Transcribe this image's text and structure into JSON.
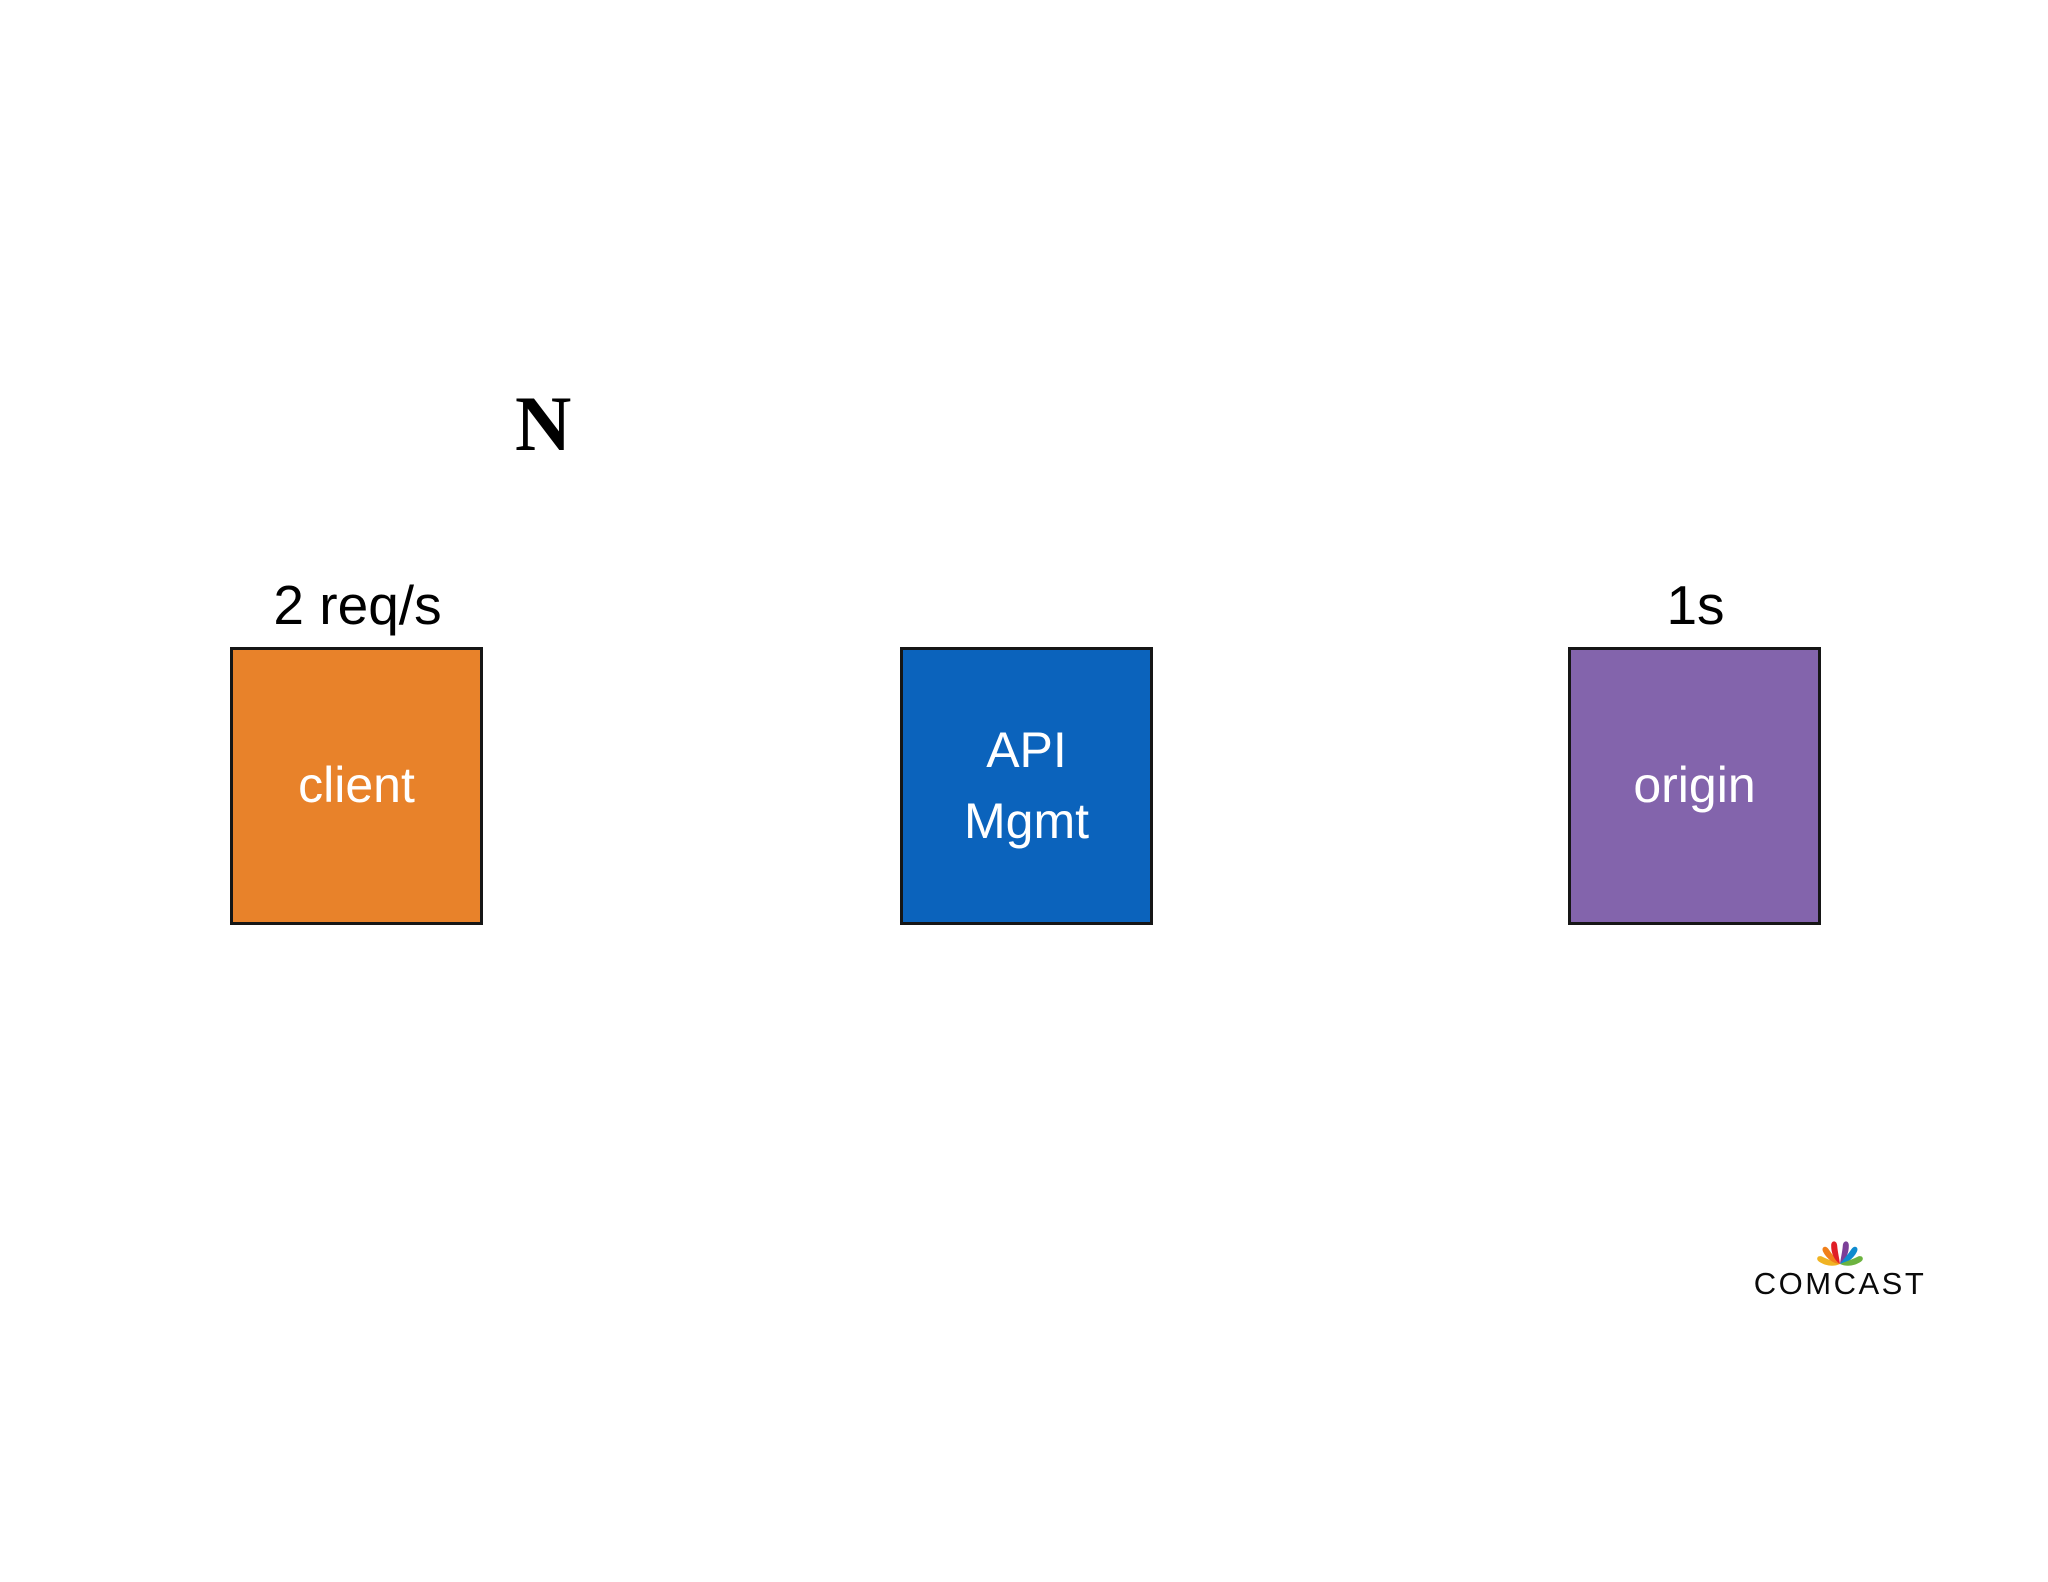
{
  "slide": {
    "background_color": "#ffffff",
    "annotation": {
      "text": "N"
    }
  },
  "diagram": {
    "type": "block-diagram",
    "nodes": [
      {
        "id": "client",
        "label": "client",
        "label_above": "2 req/s",
        "fill": "#E8822A",
        "text_color": "#ffffff",
        "border_color": "#161616"
      },
      {
        "id": "api-mgmt",
        "label": "API\nMgmt",
        "label_above": "",
        "fill": "#0B63BC",
        "text_color": "#ffffff",
        "border_color": "#161616"
      },
      {
        "id": "origin",
        "label": "origin",
        "label_above": "1s",
        "fill": "#8364AC",
        "text_color": "#ffffff",
        "border_color": "#161616"
      }
    ]
  },
  "brand": {
    "wordmark": "COMCAST",
    "logo_name": "nbc-peacock-icon",
    "peacock_colors": [
      "#F0B323",
      "#F07F1A",
      "#E01E26",
      "#7B3F98",
      "#0E8BCF",
      "#6CB33F"
    ]
  }
}
